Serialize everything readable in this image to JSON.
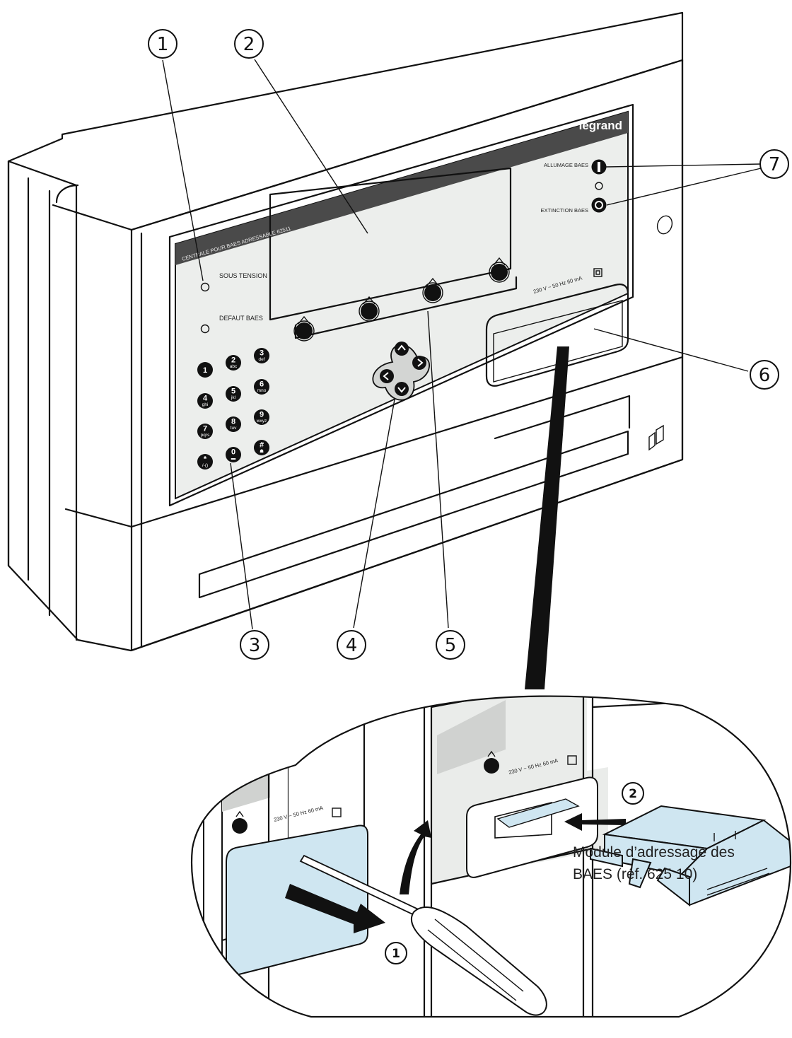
{
  "device": {
    "brand": "legrand",
    "panel_title": "CENTRALE POUR BAES ADRESSABLE 62511",
    "led_sous_tension": "SOUS TENSION",
    "led_defaut_baes": "DEFAUT BAES",
    "allumage_label": "ALLUMAGE BAES",
    "extinction_label": "EXTINCTION BAES",
    "rating": "230 V ~   50 Hz   60 mA"
  },
  "keypad": [
    {
      "num": "1",
      "sub": ""
    },
    {
      "num": "2",
      "sub": "abc"
    },
    {
      "num": "3",
      "sub": "def"
    },
    {
      "num": "4",
      "sub": "ghi"
    },
    {
      "num": "5",
      "sub": "jkl"
    },
    {
      "num": "6",
      "sub": "mno"
    },
    {
      "num": "7",
      "sub": "pqrs"
    },
    {
      "num": "8",
      "sub": "tuv"
    },
    {
      "num": "9",
      "sub": "wxyz"
    },
    {
      "num": "*",
      "sub": "/-()"
    },
    {
      "num": "0",
      "sub": "▬"
    },
    {
      "num": "#",
      "sub": "☗"
    }
  ],
  "callouts": [
    "1",
    "2",
    "3",
    "4",
    "5",
    "6",
    "7"
  ],
  "detail": {
    "step1": "1",
    "step2": "2",
    "rating": "230 V ~   50 Hz   60 mA",
    "caption_line1": "Module d’adressage des",
    "caption_line2": "BAES (réf. 625 10)"
  }
}
